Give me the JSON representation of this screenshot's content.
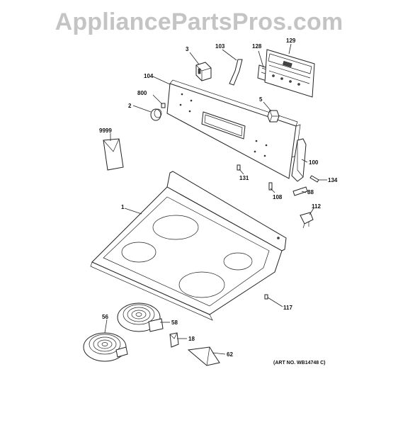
{
  "watermark": "AppliancePartsPros.com",
  "art_number": "(ART NO. WB14748 C)",
  "parts": [
    {
      "id": "p3",
      "label": "3"
    },
    {
      "id": "p103",
      "label": "103"
    },
    {
      "id": "p128",
      "label": "128"
    },
    {
      "id": "p129",
      "label": "129"
    },
    {
      "id": "p104",
      "label": "104"
    },
    {
      "id": "p800",
      "label": "800"
    },
    {
      "id": "p2",
      "label": "2"
    },
    {
      "id": "p5",
      "label": "5"
    },
    {
      "id": "p9999",
      "label": "9999"
    },
    {
      "id": "p100",
      "label": "100"
    },
    {
      "id": "p131",
      "label": "131"
    },
    {
      "id": "p134",
      "label": "134"
    },
    {
      "id": "p108",
      "label": "108"
    },
    {
      "id": "p88",
      "label": "88"
    },
    {
      "id": "p112",
      "label": "112"
    },
    {
      "id": "p1",
      "label": "1"
    },
    {
      "id": "p117",
      "label": "117"
    },
    {
      "id": "p56",
      "label": "56"
    },
    {
      "id": "p58",
      "label": "58"
    },
    {
      "id": "p18",
      "label": "18"
    },
    {
      "id": "p62",
      "label": "62"
    }
  ]
}
